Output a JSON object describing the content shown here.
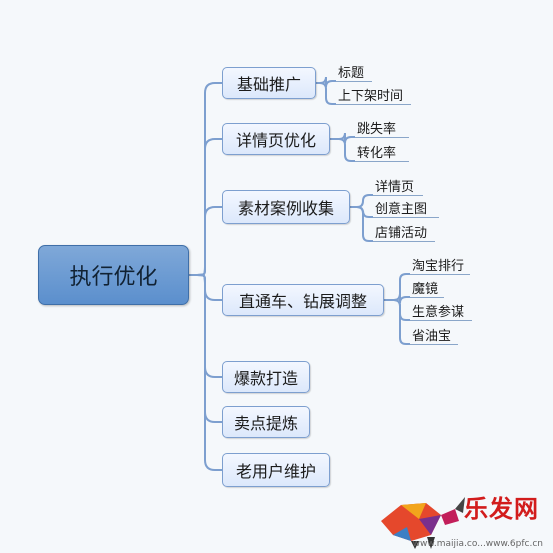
{
  "diagram": {
    "root": "执行优化",
    "branches": [
      {
        "label": "基础推广",
        "children": [
          "标题",
          "上下架时间"
        ]
      },
      {
        "label": "详情页优化",
        "children": [
          "跳失率",
          "转化率"
        ]
      },
      {
        "label": "素材案例收集",
        "children": [
          "详情页",
          "创意主图",
          "店铺活动"
        ]
      },
      {
        "label": "直通车、钻展调整",
        "children": [
          "淘宝排行",
          "魔镜",
          "生意参谋",
          "省油宝"
        ]
      },
      {
        "label": "爆款打造",
        "children": []
      },
      {
        "label": "卖点提炼",
        "children": []
      },
      {
        "label": "老用户维护",
        "children": []
      }
    ]
  },
  "watermark": {
    "brand": "乐发网",
    "url": "www.maijia.co...www.6pfc.cn"
  },
  "colors": {
    "root_fill": "#5b8fcd",
    "branch_fill": "#dce8fb",
    "connector": "#7d9fcf"
  }
}
